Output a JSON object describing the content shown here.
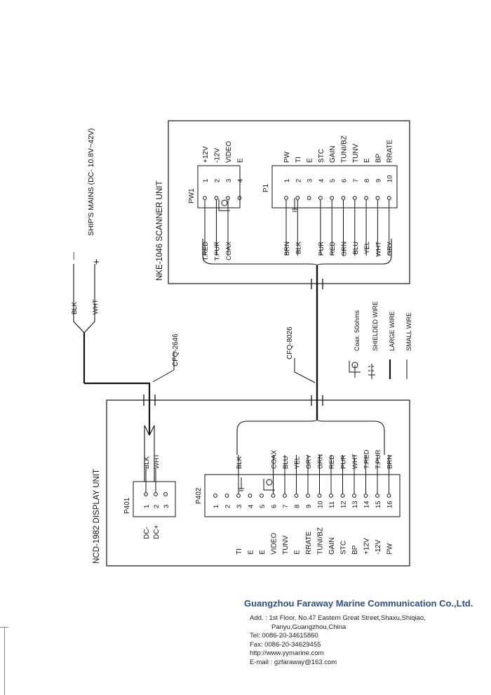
{
  "diagram": {
    "display_unit_title": "NCD-1982 DISPLAY UNIT",
    "scanner_unit_title": "NKE-1046 SCANNER UNIT",
    "ships_mains": "SHIP'S MAINS  (DC- 10.8V~42V)",
    "mains_blk": "BLK",
    "mains_wht": "WHT",
    "mains_minus": "—",
    "mains_plus": "+",
    "cable_power": "CFQ-2646",
    "cable_signal": "CFQ-8026",
    "p401": {
      "name": "P401",
      "pins": [
        {
          "num": "1",
          "func": "DC-",
          "wire": "BLK"
        },
        {
          "num": "2",
          "func": "DC+",
          "wire": "WHT"
        },
        {
          "num": "3",
          "func": "",
          "wire": ""
        }
      ]
    },
    "p402": {
      "name": "P402",
      "pins": [
        {
          "num": "1",
          "func": "",
          "wire": ""
        },
        {
          "num": "2",
          "func": "",
          "wire": ""
        },
        {
          "num": "3",
          "func": "TI",
          "wire": "BLK"
        },
        {
          "num": "4",
          "func": "E",
          "wire": ""
        },
        {
          "num": "5",
          "func": "E",
          "wire": ""
        },
        {
          "num": "6",
          "func": "VIDEO",
          "wire": "COAX"
        },
        {
          "num": "7",
          "func": "TUNV",
          "wire": "BLU"
        },
        {
          "num": "8",
          "func": "E",
          "wire": "YEL"
        },
        {
          "num": "9",
          "func": "RRATE",
          "wire": "GRY"
        },
        {
          "num": "10",
          "func": "TUNI/BZ",
          "wire": "GRN"
        },
        {
          "num": "11",
          "func": "GAIN",
          "wire": "RED"
        },
        {
          "num": "12",
          "func": "STC",
          "wire": "PUR"
        },
        {
          "num": "13",
          "func": "BP",
          "wire": "WHT"
        },
        {
          "num": "14",
          "func": "+12V",
          "wire": "T.RED"
        },
        {
          "num": "15",
          "func": "-12V",
          "wire": "T.PUR"
        },
        {
          "num": "16",
          "func": "PW",
          "wire": "BRN"
        }
      ]
    },
    "pw1": {
      "name": "PW1",
      "pins": [
        {
          "num": "1",
          "func": "+12V",
          "wire": "T.RED"
        },
        {
          "num": "2",
          "func": "-12V",
          "wire": "T.PUR"
        },
        {
          "num": "3",
          "func": "VIDEO",
          "wire": "COAX"
        },
        {
          "num": "4",
          "func": "E",
          "wire": ""
        }
      ]
    },
    "p1": {
      "name": "P1",
      "pins": [
        {
          "num": "1",
          "func": "PW",
          "wire": "BRN"
        },
        {
          "num": "2",
          "func": "TI",
          "wire": "BLK"
        },
        {
          "num": "3",
          "func": "E",
          "wire": ""
        },
        {
          "num": "4",
          "func": "STC",
          "wire": "PUR"
        },
        {
          "num": "5",
          "func": "GAIN",
          "wire": "RED"
        },
        {
          "num": "6",
          "func": "TUNI/BZ",
          "wire": "GRN"
        },
        {
          "num": "7",
          "func": "TUNV",
          "wire": "BLU"
        },
        {
          "num": "8",
          "func": "E",
          "wire": "YEL"
        },
        {
          "num": "9",
          "func": "BP",
          "wire": "WHT"
        },
        {
          "num": "10",
          "func": "RRATE",
          "wire": "GRY"
        }
      ]
    },
    "legend": [
      {
        "symbol": "coax",
        "label": "Coax. 50ohms"
      },
      {
        "symbol": "shielded",
        "label": "SHIELDED WIRE"
      },
      {
        "symbol": "large",
        "label": "LARGE WIRE"
      },
      {
        "symbol": "small",
        "label": "SMALL WIRE"
      }
    ]
  },
  "footer": {
    "company": "Guangzhou Faraway Marine Communication Co.,Ltd.",
    "address_line1": "Add. : 1st Floor, No.47 Eastern Great Street,Shaxu,Shiqiao,",
    "address_line2": "Panyu,Guangzhou,China",
    "tel": "Tel:    0086-20-34615860",
    "fax": "Fax:   0086-20-34629455",
    "web": "http://www.yymarine.com",
    "email": "E-mail : gzfaraway@163.com"
  },
  "colors": {
    "ink": "#111111",
    "company_blue": "#2b4f8c"
  }
}
